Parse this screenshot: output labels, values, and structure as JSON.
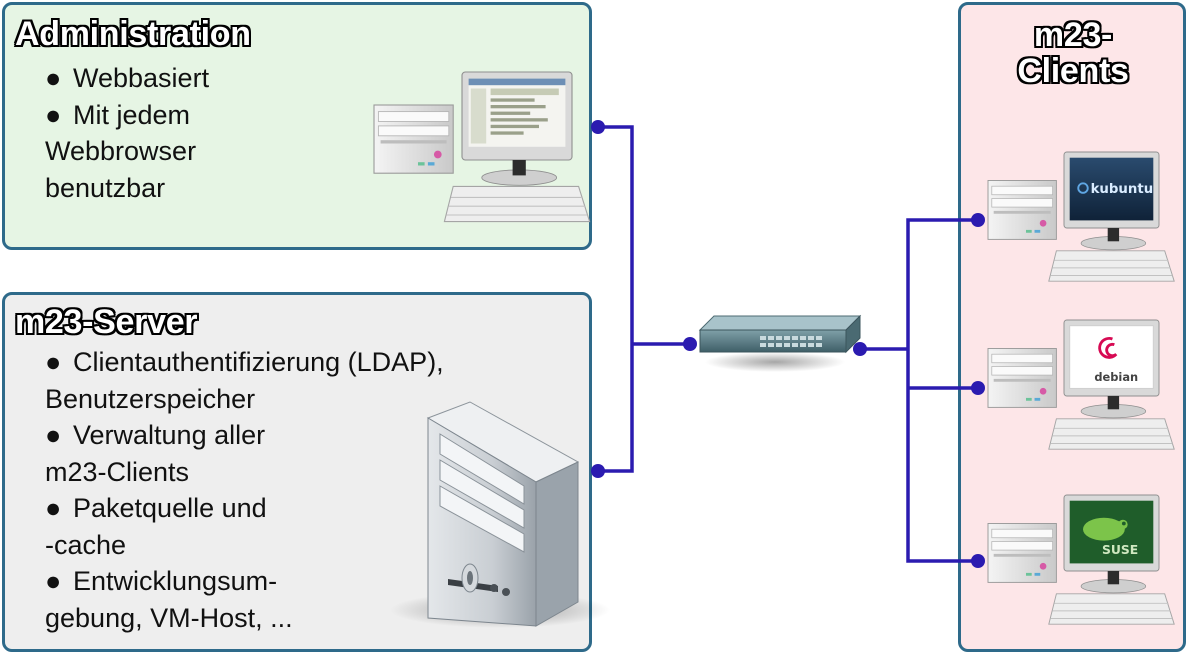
{
  "admin": {
    "title": "Administration",
    "items": [
      {
        "line1": "Webbasiert",
        "line2": "",
        "line3": ""
      },
      {
        "line1": "Mit jedem",
        "line2": "Webbrowser",
        "line3": "benutzbar"
      }
    ]
  },
  "server": {
    "title": "m23-Server",
    "items": [
      {
        "line1": "Clientauthentifizierung (LDAP),",
        "line2": "Benutzerspeicher"
      },
      {
        "line1": "Verwaltung aller",
        "line2": "m23-Clients"
      },
      {
        "line1": "Paketquelle und",
        "line2": "-cache"
      },
      {
        "line1": "Entwicklungsum-",
        "line2": "gebung, VM-Host, ..."
      }
    ]
  },
  "clients": {
    "title": "m23-Clients",
    "title_line1": "m23-",
    "title_line2": "Clients",
    "os_labels": [
      "kubuntu",
      "debian",
      "SUSE"
    ]
  },
  "bullet_glyph": "●",
  "colors": {
    "admin_bg": "#e6f5e4",
    "server_bg": "#eeeeee",
    "clients_bg": "#fde6e8",
    "box_border": "#2e6a8a",
    "connector": "#2b1bb0"
  }
}
